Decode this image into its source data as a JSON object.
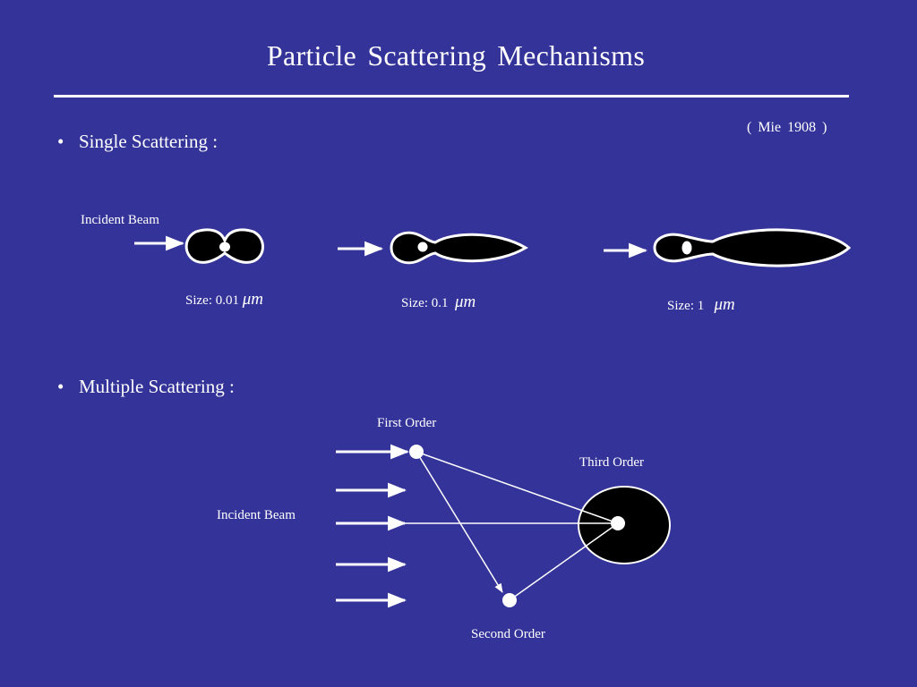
{
  "slide": {
    "title": "Particle  Scattering  Mechanisms",
    "citation": "( Mie  1908 )"
  },
  "single": {
    "bullet": "•",
    "heading": "Single Scattering :",
    "incident_label": "Incident  Beam",
    "sizes": [
      {
        "prefix": "Size: 0.01",
        "unit": "μm"
      },
      {
        "prefix": "Size: 0.1",
        "unit": "μm"
      },
      {
        "prefix": "Size:  1",
        "unit": "μm"
      }
    ]
  },
  "multiple": {
    "bullet": "•",
    "heading": "Multiple Scattering :",
    "incident_label": "Incident  Beam",
    "first_order": "First  Order",
    "second_order": "Second Order",
    "third_order": "Third Order"
  },
  "colors": {
    "background": "#333399",
    "foreground": "#ffffff",
    "lobe_fill": "#000000"
  }
}
